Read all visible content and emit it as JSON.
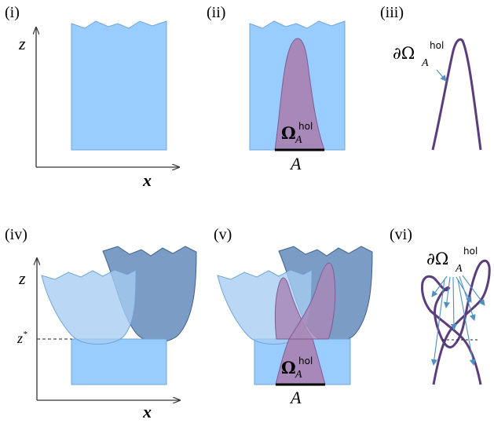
{
  "panels": {
    "i": "(i)",
    "ii": "(ii)",
    "iii": "(iii)",
    "iv": "(iv)",
    "v": "(v)",
    "vi": "(vi)"
  },
  "axes": {
    "z": "z",
    "x": "x",
    "zstar": "z",
    "zstar_sup": "*"
  },
  "region": {
    "omega": "Ω",
    "superscript": "hol",
    "subscript": "A",
    "boundary_symbol": "∂Ω",
    "interval": "A"
  },
  "colors": {
    "bulk_fill": "#99ccff",
    "bulk_stroke": "#6fa6d8",
    "dark_bulk_fill": "#5e86b8",
    "dark_bulk_stroke": "#3e6290",
    "region_fill": "#a888b8",
    "region_stroke": "#7e5c96",
    "boundary_line": "#5a3d7d",
    "arrow": "#4f8fc4",
    "axis": "#333333",
    "dash": "#222222"
  }
}
